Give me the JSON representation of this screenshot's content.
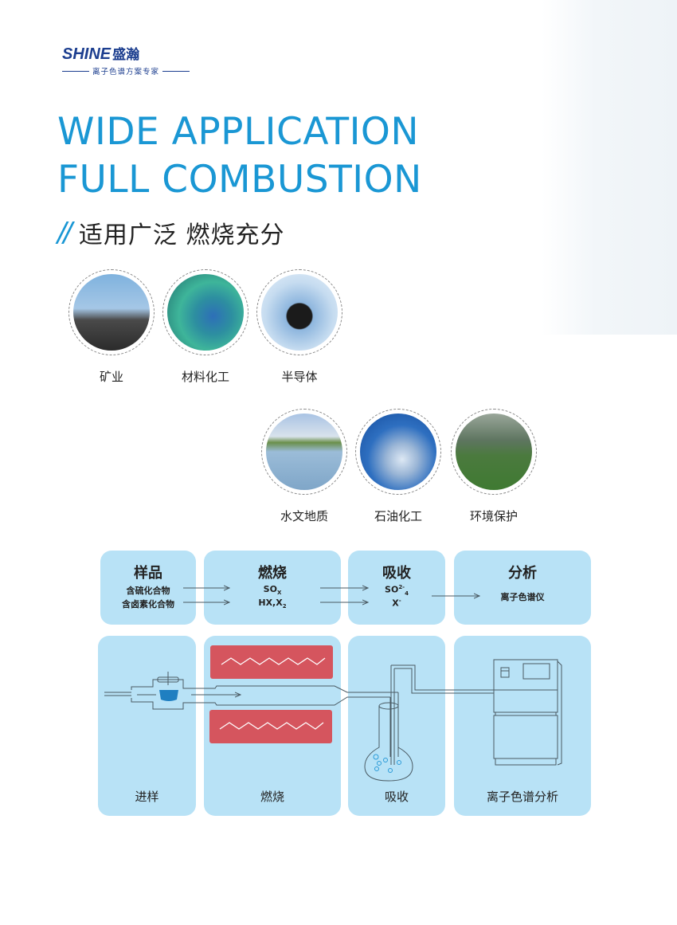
{
  "brand": {
    "name_en": "SHINE",
    "name_cn": "盛瀚",
    "tagline": "离子色谱方案专家"
  },
  "headline": {
    "line1": "WIDE APPLICATION",
    "line2": "FULL COMBUSTION"
  },
  "subhead": {
    "slashes": "//",
    "text": "适用广泛  燃烧充分"
  },
  "applications": [
    {
      "label": "矿业",
      "icon": "mining-image"
    },
    {
      "label": "材料化工",
      "icon": "materials-chemical-image"
    },
    {
      "label": "半导体",
      "icon": "semiconductor-image"
    },
    {
      "label": "水文地质",
      "icon": "hydrogeology-image"
    },
    {
      "label": "石油化工",
      "icon": "petrochemical-image"
    },
    {
      "label": "环境保护",
      "icon": "environment-image"
    }
  ],
  "process": {
    "steps": [
      {
        "title": "样品",
        "lines": [
          "含硫化合物",
          "含卤素化合物"
        ]
      },
      {
        "title": "燃烧",
        "lines": [
          "SOx",
          "HX,X2"
        ]
      },
      {
        "title": "吸收",
        "lines": [
          "SO42-",
          "X-"
        ]
      },
      {
        "title": "分析",
        "lines": [
          "离子色谱仪"
        ]
      }
    ],
    "so_x": {
      "base": "SO",
      "sub": "X"
    },
    "hx": {
      "base": "HX,X",
      "sub": "2"
    },
    "so4": {
      "base": "SO",
      "sup": "2-",
      "sub": "4"
    },
    "x_minus": {
      "base": "X",
      "sup": "-"
    }
  },
  "diagram": {
    "labels": [
      "进样",
      "燃烧",
      "吸收",
      "离子色谱分析"
    ]
  },
  "colors": {
    "accent_blue": "#1a97d4",
    "card_bg": "#b8e2f6",
    "heater_red": "#d5555e",
    "boat_blue": "#1f7fc1",
    "line": "#4a5a63"
  }
}
